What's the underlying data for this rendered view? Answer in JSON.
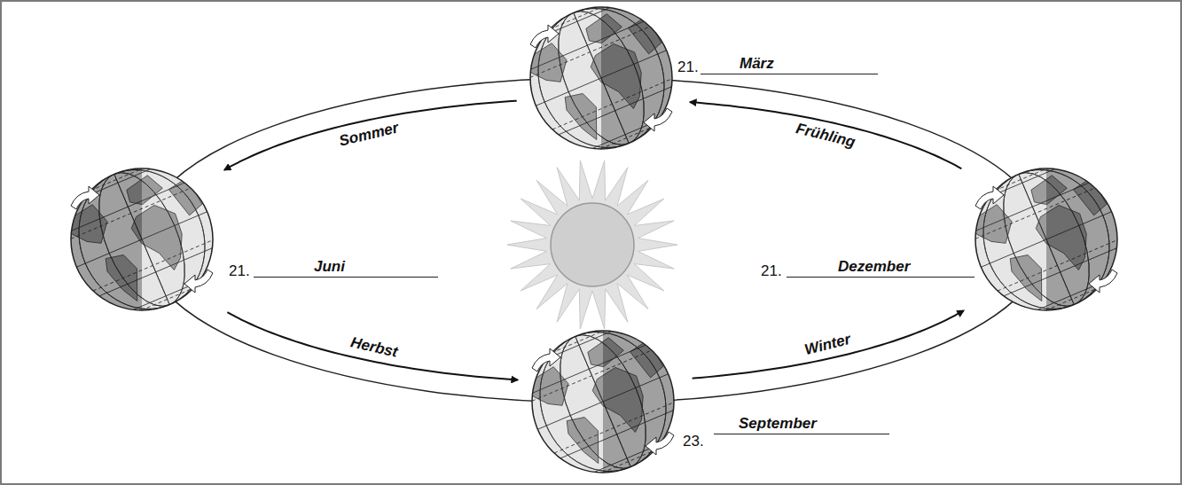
{
  "diagram": {
    "nodes": [
      {
        "text": [
          "21.",
          "März"
        ]
      },
      {
        "text": [
          "21.",
          "Juni"
        ]
      },
      {
        "text": [
          "21.",
          "Dezember"
        ]
      },
      {
        "text": [
          "23.",
          "September"
        ]
      }
    ],
    "edges": [
      {
        "from": 0,
        "to": 1,
        "arrow": "to",
        "label": "Sommer"
      },
      {
        "from": 1,
        "to": 3,
        "arrow": "to",
        "label": "Herbst"
      },
      {
        "from": 3,
        "to": 2,
        "arrow": "to",
        "label": "Winter"
      },
      {
        "from": 2,
        "to": 0,
        "arrow": "to",
        "label": "Frühling"
      }
    ]
  }
}
